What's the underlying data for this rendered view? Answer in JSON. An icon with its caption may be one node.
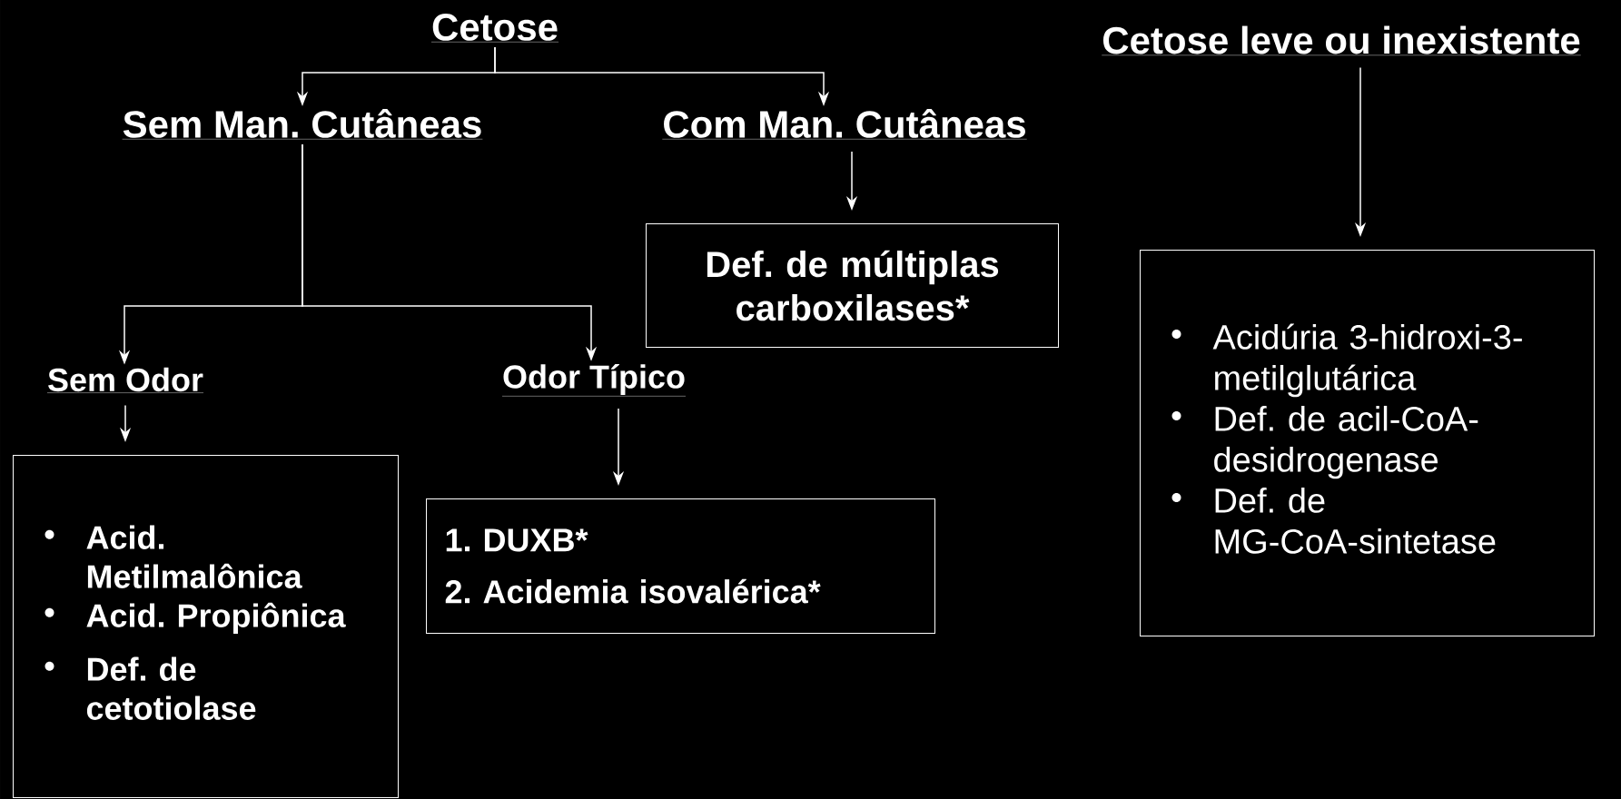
{
  "diagram": {
    "nodes": [
      {
        "text": [
          "Cetose"
        ]
      },
      {
        "text": [
          "Sem Man. Cutâneas"
        ]
      },
      {
        "text": [
          "Com Man. Cutâneas"
        ]
      },
      {
        "text": [
          "Def. de múltiplas carboxilases*"
        ]
      },
      {
        "text": [
          "Sem Odor"
        ]
      },
      {
        "text": [
          "Odor Típico"
        ]
      },
      {
        "text": [
          "Acid. Metilmalônica",
          "Acid. Propiônica",
          "Def. de cetotiolase"
        ]
      },
      {
        "text": [
          "1. DUXB*",
          "2. Acidemia isovalérica*"
        ]
      },
      {
        "text": [
          "Cetose leve ou inexistente"
        ]
      },
      {
        "text": [
          "Acidúria 3-hidroxi-3-metilglutárica",
          "Def. de acil-CoA-desidrogenase",
          "Def. de MG-CoA-sintetase"
        ]
      }
    ],
    "edges": [
      {
        "from": 0,
        "to": 1,
        "arrow": "to"
      },
      {
        "from": 0,
        "to": 2,
        "arrow": "to"
      },
      {
        "from": 2,
        "to": 3,
        "arrow": "to"
      },
      {
        "from": 1,
        "to": 4,
        "arrow": "to"
      },
      {
        "from": 1,
        "to": 5,
        "arrow": "to"
      },
      {
        "from": 4,
        "to": 6,
        "arrow": "to"
      },
      {
        "from": 5,
        "to": 7,
        "arrow": "to"
      },
      {
        "from": 8,
        "to": 9,
        "arrow": "to"
      }
    ]
  }
}
